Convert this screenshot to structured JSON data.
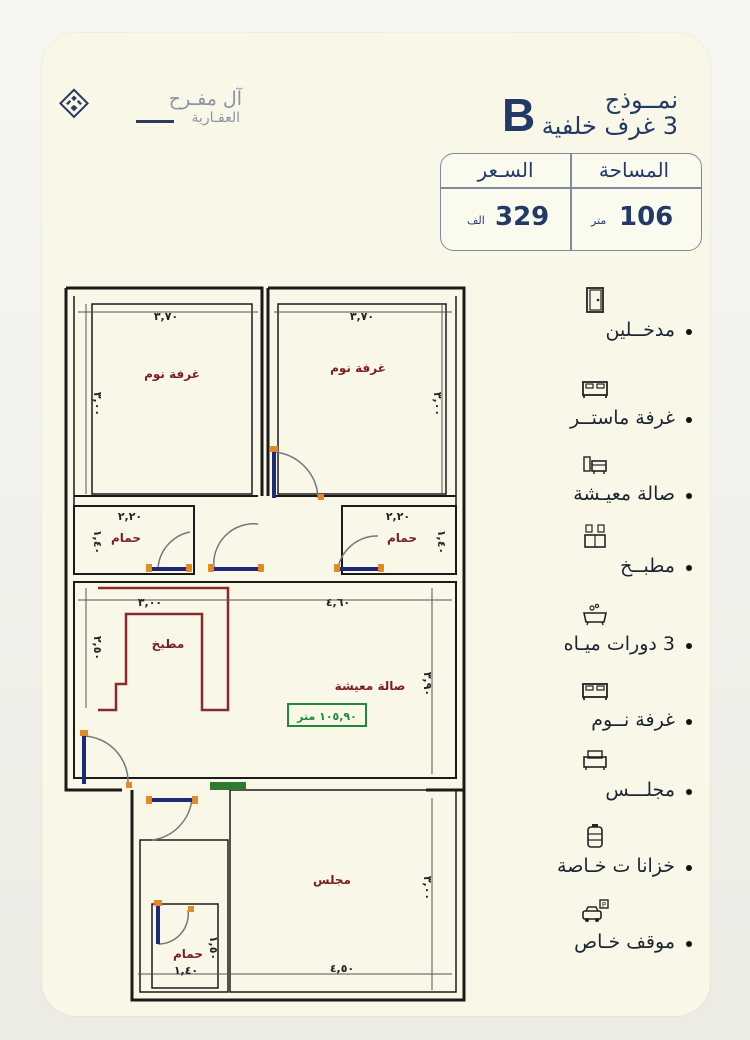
{
  "brand": {
    "name": "آل مفـرح",
    "sub": "العقـارية"
  },
  "model": {
    "letter": "B",
    "line1": "نمــوذج",
    "line2": "3 غرف خلفية"
  },
  "info": {
    "area_header": "المساحة",
    "price_header": "السـعر",
    "area_value": "106",
    "area_unit": "متر",
    "price_value": "329",
    "price_unit": "الف"
  },
  "plan": {
    "room1": "غرفة نوم",
    "room2": "غرفة نوم",
    "bath_left": "حمام",
    "bath_right": "حمام",
    "bath_bottom": "حمام",
    "kitchen": "مطبخ",
    "living": "صالة معيشة",
    "majlis": "مجلس",
    "area_tag": "١٠٥,٩٠ متر",
    "dims": {
      "r1_w": "٣,٧٠",
      "r2_w": "٣,٧٠",
      "r1_h": "٣,٠٠",
      "r2_h": "٣,٠٠",
      "b1_w": "٢,٢٠",
      "b2_w": "٢,٢٠",
      "b1_h": "١,٤٠",
      "b2_h": "١,٤٠",
      "kit_w": "٣,٠٠",
      "kit_h": "٢,٥٠",
      "hall_w": "٤,٦٠",
      "hall_h": "٣,٩٠",
      "maj_w": "٤,٥٠",
      "maj_h": "٣,٠٠",
      "b3_w": "١,٤٠",
      "b3_h": "١,٥٠"
    }
  },
  "features": [
    {
      "label": "مدخــلين",
      "icon": "door-icon"
    },
    {
      "label": "غرفة ماستــر",
      "icon": "bed-icon"
    },
    {
      "label": "صالة معيـشة",
      "icon": "living-room-icon"
    },
    {
      "label": "مطبــخ",
      "icon": "kitchen-icon"
    },
    {
      "label": "3 دورات ميـاه",
      "icon": "bathtub-icon"
    },
    {
      "label": "غرفة نــوم",
      "icon": "bed-icon"
    },
    {
      "label": "مجلـــس",
      "icon": "sofa-icon"
    },
    {
      "label": "خزانا ت خـاصة",
      "icon": "water-tank-icon"
    },
    {
      "label": "موقف خـاص",
      "icon": "parking-icon"
    }
  ]
}
